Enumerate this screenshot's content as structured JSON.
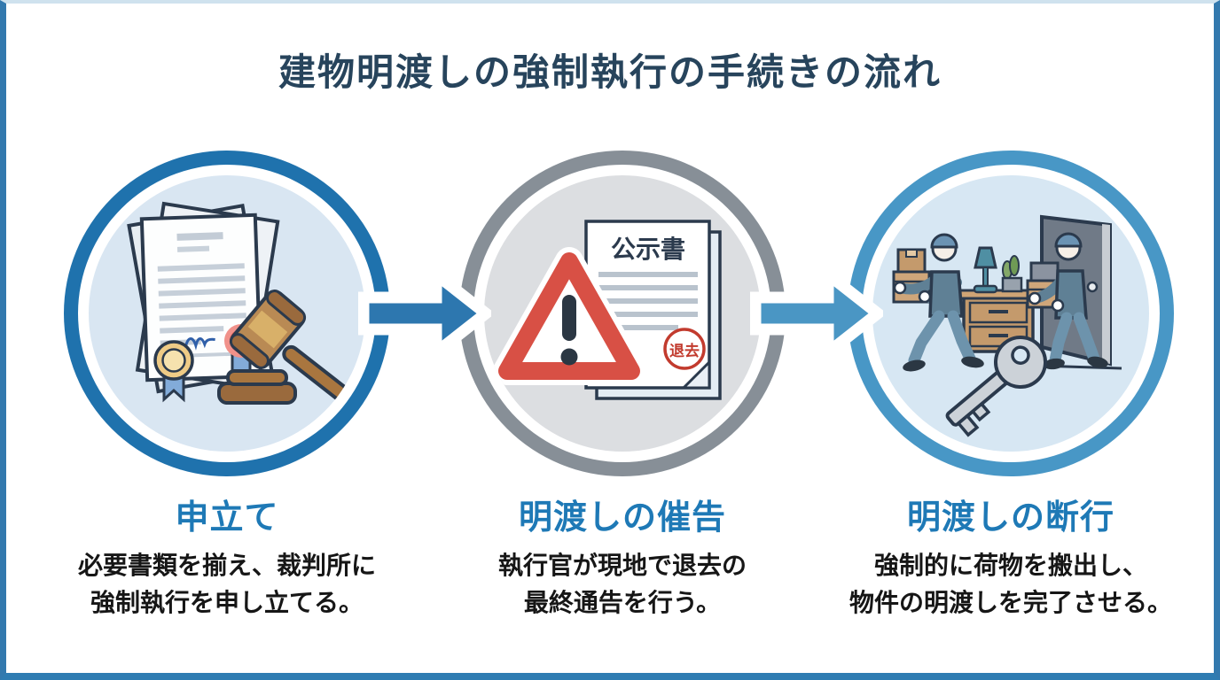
{
  "title": "建物明渡しの強制執行の手続きの流れ",
  "steps": [
    {
      "label": "申立て",
      "description": [
        "必要書類を揃え、裁判所に",
        "強制執行を申し立てる。"
      ],
      "icon": "court-documents-and-gavel-icon",
      "ring_color": "#1f72ad",
      "fill_color": "#d9e6f2"
    },
    {
      "label": "明渡しの催告",
      "description": [
        "執行官が現地で退去の",
        "最終通告を行う。"
      ],
      "icon": "public-notice-and-warning-icon",
      "document_title": "公示書",
      "stamp_text": "退去",
      "ring_color": "#878f97",
      "fill_color": "#dcdee1"
    },
    {
      "label": "明渡しの断行",
      "description": [
        "強制的に荷物を搬出し、",
        "物件の明渡しを完了させる。"
      ],
      "icon": "movers-and-key-icon",
      "ring_color": "#4897c6",
      "fill_color": "#d7e7f3"
    }
  ],
  "arrows": [
    {
      "color": "#2d77af"
    },
    {
      "color": "#4a96c4"
    }
  ],
  "colors": {
    "frame_border": "#3379ae",
    "frame_top": "#cfe2ee",
    "title_text": "#27445c",
    "label_text": "#1e79b6",
    "body_text": "#161616",
    "outline_navy": "#2b3a4d",
    "warning_red": "#d85045",
    "stamp_red": "#c23b2e",
    "wood_brown": "#a9763f",
    "box_tan": "#cfa67a",
    "worker_blue": "#5f8095"
  }
}
